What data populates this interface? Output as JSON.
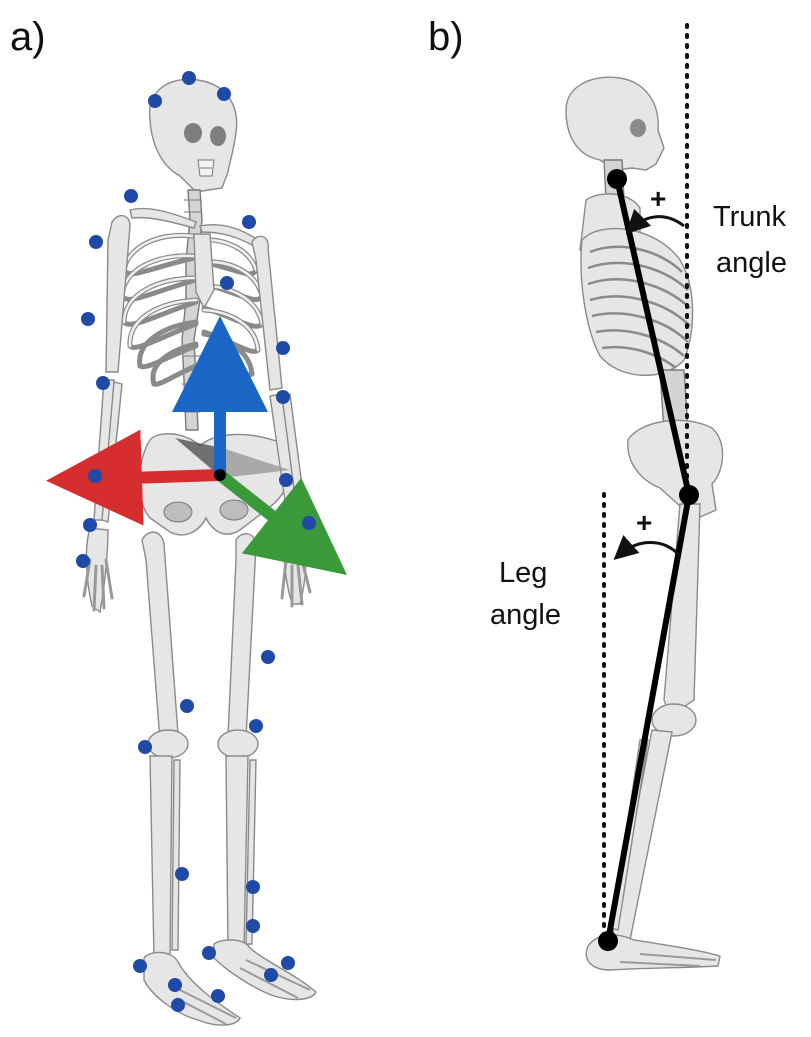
{
  "panels": {
    "a": {
      "label": "a)"
    },
    "b": {
      "label": "b)",
      "trunk_angle": {
        "line1": "Trunk",
        "line2": "angle",
        "sign": "+"
      },
      "leg_angle": {
        "line1": "Leg",
        "line2": "angle",
        "sign": "+"
      }
    }
  },
  "colors": {
    "marker": "#1f4aa8",
    "axis_x": "#d62e2e",
    "axis_y": "#1a67c8",
    "axis_z": "#3a9a3a",
    "segment_line": "#000000"
  },
  "icons": {
    "markers": "blue-dot",
    "axes": "three-arrow-coordinate-frame"
  }
}
